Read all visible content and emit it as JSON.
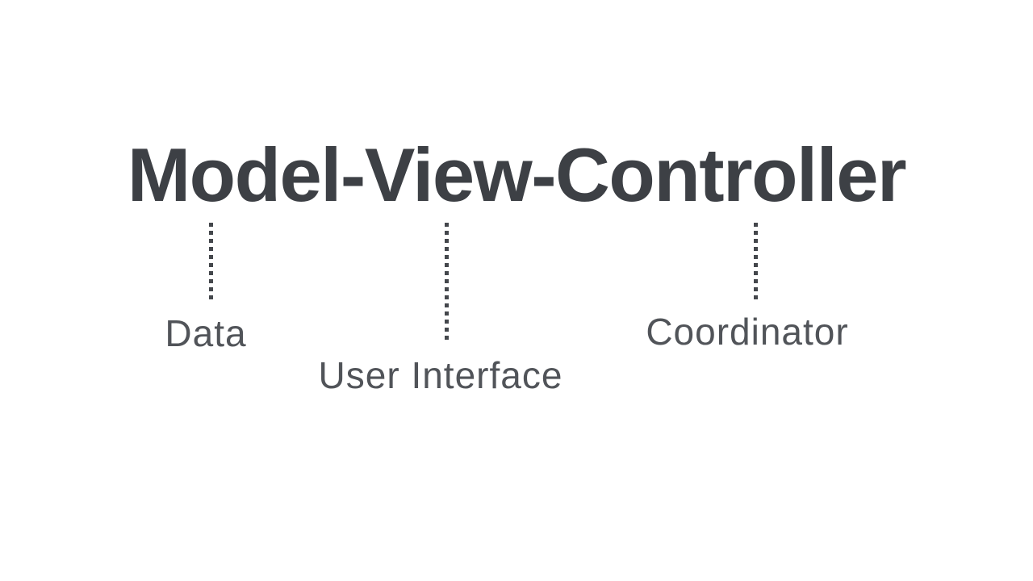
{
  "slide": {
    "title": "Model-View-Controller",
    "parts": [
      {
        "name": "Model",
        "label": "Data"
      },
      {
        "name": "View",
        "label": "User Interface"
      },
      {
        "name": "Controller",
        "label": "Coordinator"
      }
    ],
    "colors": {
      "background": "#ffffff",
      "title": "#3d4045",
      "label": "#515459",
      "connector": "#44474c"
    }
  }
}
